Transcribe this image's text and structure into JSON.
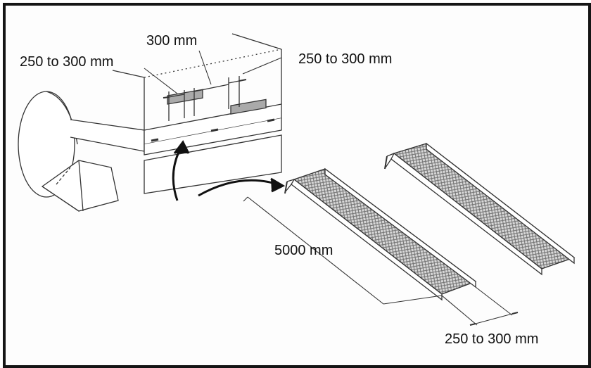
{
  "dimensions": {
    "top_left_gap": "250 to 300 mm",
    "top_center_width": "300 mm",
    "top_right_gap": "250 to 300 mm",
    "ramp_length": "5000 mm",
    "ramp_end_gap": "250 to 300 mm"
  },
  "colors": {
    "frame": "#151515",
    "line": "#333333",
    "mesh": "#8a8a8a"
  }
}
